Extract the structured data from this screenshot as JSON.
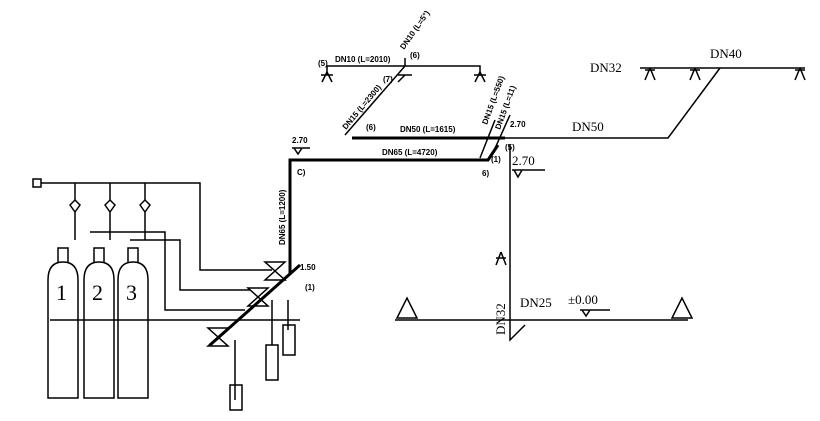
{
  "title": "Gas extinguishing system piping diagram",
  "cylinders": [
    "1",
    "2",
    "3"
  ],
  "labels": {
    "top_branch": "DN10 (L=2010)",
    "top_riser": "DN10 (L=5°)",
    "diag_branch": "DN15 (L=2300)",
    "dn50_run": "DN50 (L=1615)",
    "dn65_run": "DN65 (L=4720)",
    "riser": "DN65 (L=1200)",
    "short1": "DN15 (L=550)",
    "short2": "DN15 (L=11)",
    "dn32_top": "DN32",
    "dn40": "DN40",
    "dn50": "DN50",
    "dn32_vertical": "DN32",
    "dn25": "DN25"
  },
  "nodes": {
    "n5": "(5)",
    "n6a": "(6)",
    "n7": "(7)",
    "n6b": "(6)",
    "n1": "(1)",
    "n5b": "(5)",
    "nc": "C)",
    "n6c": "6)",
    "n1b": "(1)"
  },
  "elevations": {
    "e1": "2.70",
    "e2": "2.70",
    "e3": "2.70",
    "e4": "1.50",
    "e5": "±0.00"
  }
}
